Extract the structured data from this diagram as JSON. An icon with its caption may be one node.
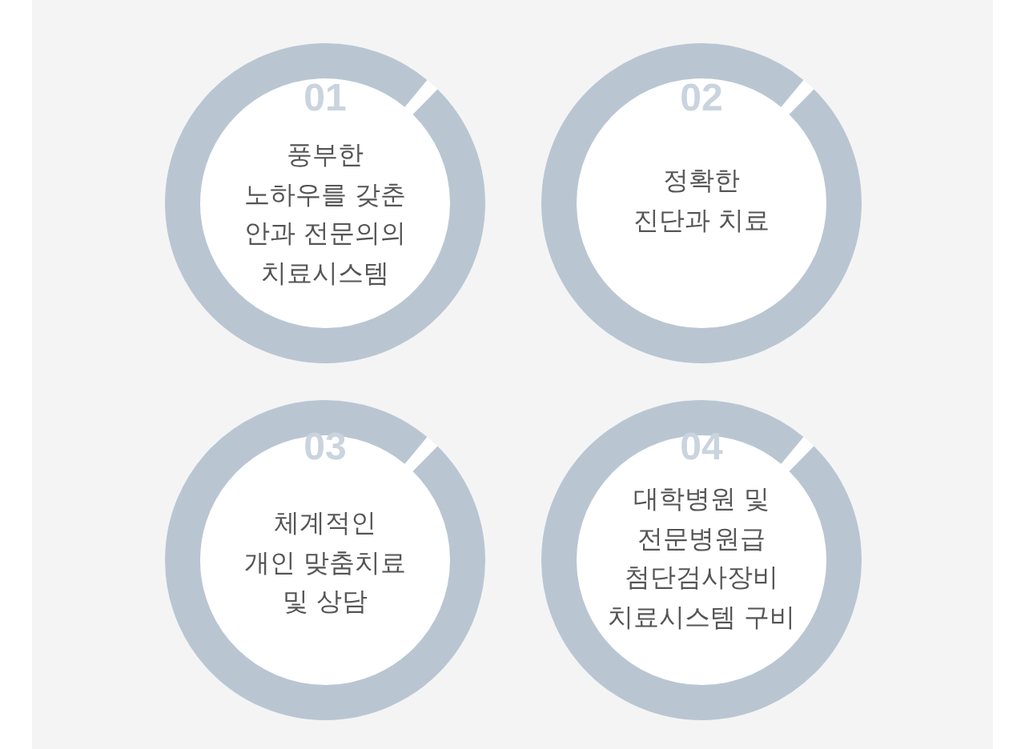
{
  "diagram": {
    "nodes": [
      {
        "text": [
          "01",
          "풍부한 노하우를 갖춘 안과 전문의의 치료시스템"
        ]
      },
      {
        "text": [
          "02",
          "정확한 진단과 치료"
        ]
      },
      {
        "text": [
          "03",
          "체계적인 개인 맞춤치료 및 상담"
        ]
      },
      {
        "text": [
          "04",
          "대학병원 및 전문병원급 첨단검사장비 치료시스템 구비"
        ]
      }
    ]
  }
}
